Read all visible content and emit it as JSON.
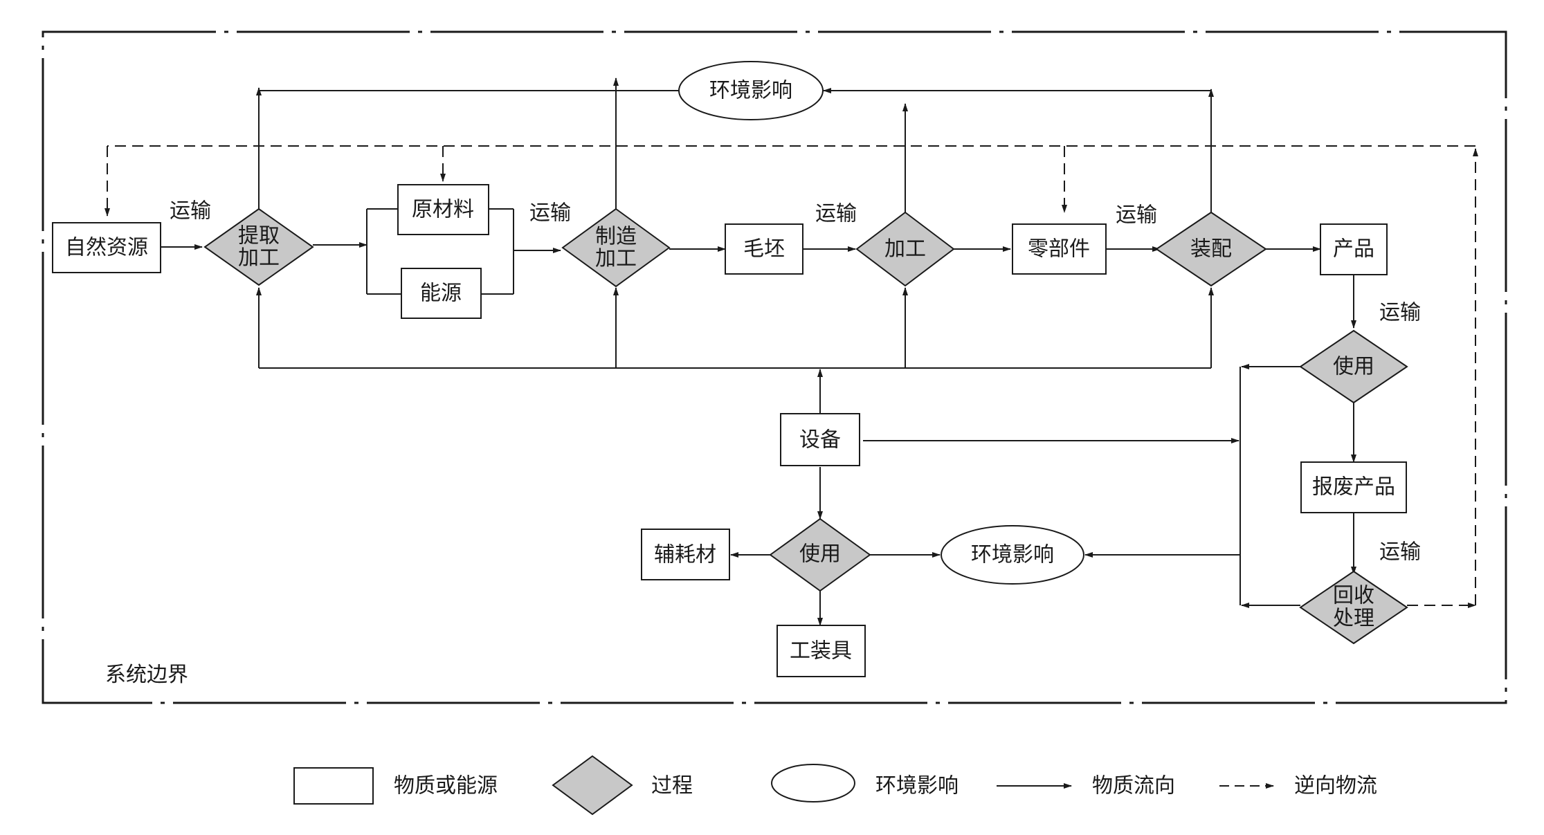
{
  "colors": {
    "stroke": "#1a1a1a",
    "process_fill": "#c8c8c8",
    "box_fill": "#ffffff"
  },
  "diagram": {
    "boundary_label": "系统边界",
    "nodes": {
      "natural_resources": "自然资源",
      "extraction_line1": "提取",
      "extraction_line2": "加工",
      "raw_materials": "原材料",
      "energy": "能源",
      "manufacturing_line1": "制造",
      "manufacturing_line2": "加工",
      "blank": "毛坯",
      "machining": "加工",
      "parts": "零部件",
      "assembly": "装配",
      "product": "产品",
      "use_product": "使用",
      "scrap_product": "报废产品",
      "recycle_line1": "回收",
      "recycle_line2": "处理",
      "equipment": "设备",
      "use_equipment": "使用",
      "auxiliary_materials": "辅耗材",
      "tooling": "工装具",
      "env_impact_top": "环境影响",
      "env_impact_bottom": "环境影响"
    },
    "transport_labels": [
      "运输",
      "运输",
      "运输",
      "运输",
      "运输",
      "运输"
    ]
  },
  "legend": {
    "material_or_energy": "物质或能源",
    "process": "过程",
    "environmental_impact": "环境影响",
    "material_flow": "物质流向",
    "reverse_flow": "逆向物流"
  }
}
